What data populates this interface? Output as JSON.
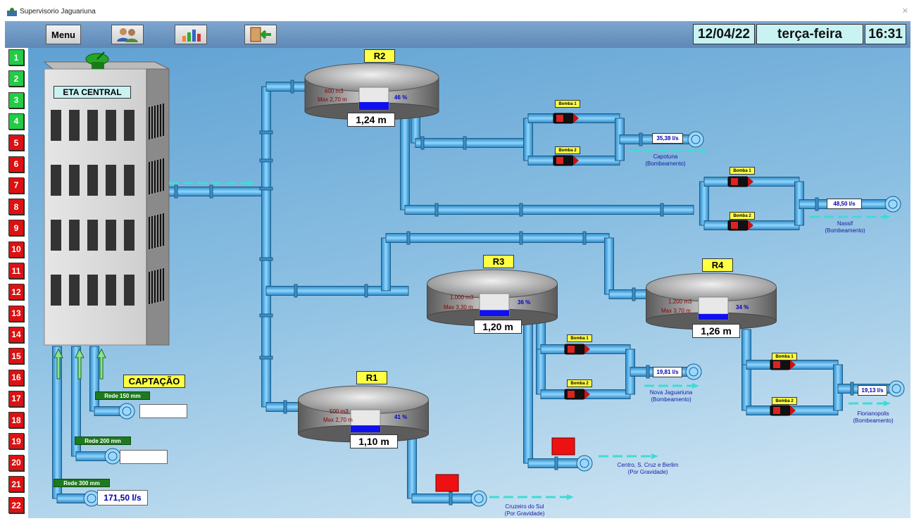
{
  "window": {
    "title": "Supervisorio Jaguariuna"
  },
  "toolbar": {
    "menu_label": "Menu",
    "buttons": [
      "users-icon",
      "chart-icon",
      "exit-door-icon"
    ],
    "date": "12/04/22",
    "weekday": "terça-feira",
    "time": "16:31"
  },
  "sidebar": {
    "items": [
      "1",
      "2",
      "3",
      "4",
      "5",
      "6",
      "7",
      "8",
      "9",
      "10",
      "11",
      "12",
      "13",
      "14",
      "15",
      "16",
      "17",
      "18",
      "19",
      "20",
      "21",
      "22"
    ],
    "green_items": [
      "1",
      "2",
      "3",
      "4"
    ]
  },
  "eta": {
    "label": "ETA CENTRAL"
  },
  "captacao": {
    "label": "CAPTAÇÃO",
    "rede_150": "Rede 150 mm",
    "rede_200": "Rede 200 mm",
    "rede_300": "Rede 300 mm",
    "flow_300": "171,50 l/s"
  },
  "reservoirs": {
    "r2": {
      "name": "R2",
      "volume": "600 m3",
      "max": "Max 2,70 m",
      "pct": "46 %",
      "level": "1,24 m",
      "fill": 0.46
    },
    "r1": {
      "name": "R1",
      "volume": "500 m3",
      "max": "Max 2,70 m",
      "pct": "41 %",
      "level": "1,10 m",
      "fill": 0.41
    },
    "r3": {
      "name": "R3",
      "volume": "1.000 m3",
      "max": "Max 3,30 m",
      "pct": "36 %",
      "level": "1,20 m",
      "fill": 0.36
    },
    "r4": {
      "name": "R4",
      "volume": "1.200 m3",
      "max": "Max 3,70 m",
      "pct": "34 %",
      "level": "1,26 m",
      "fill": 0.34
    }
  },
  "pumps": {
    "bomba1": "Bomba 1",
    "bomba2": "Bomba 2"
  },
  "stations": {
    "capotuna": {
      "flow": "35,38 l/s",
      "line1": "Capotuna",
      "line2": "(Bombeamento)"
    },
    "nassif": {
      "flow": "48,50 l/s",
      "line1": "Nassif",
      "line2": "(Bombeamento)"
    },
    "nova": {
      "flow": "19,81 l/s",
      "line1": "Nova Jaguariuna",
      "line2": "(Bombeamento)"
    },
    "floria": {
      "flow": "19,13 l/s",
      "line1": "Florianopolis",
      "line2": "(Bombeamento)"
    },
    "centro": {
      "line1": "Centro, S. Cruz e Berlim",
      "line2": "(Por Gravidade)"
    },
    "cruzeiro": {
      "line1": "Cruzeiro do Sul",
      "line2": "(Por Gravidade)"
    }
  },
  "colors": {
    "pipe": "#5ab8ec",
    "pipe_edge": "#1b5d8c",
    "green": "#22cc44",
    "red": "#dd1111",
    "accent": "#c9f3f3"
  }
}
